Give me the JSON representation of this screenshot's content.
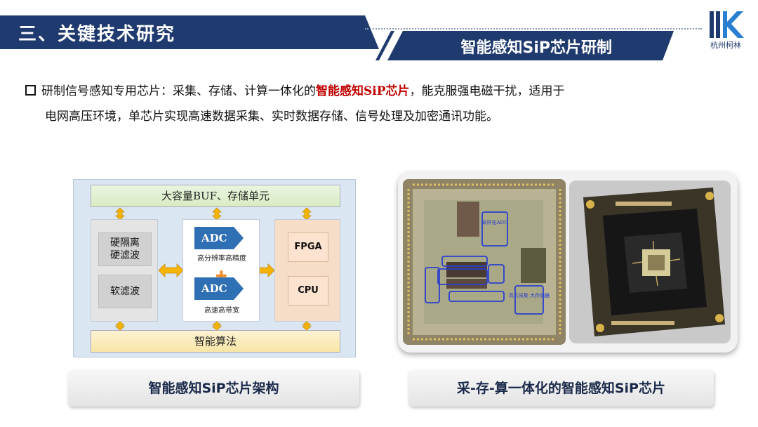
{
  "header": {
    "section_title": "三、关键技术研究",
    "subtitle": "智能感知SiP芯片研制",
    "logo_text": "杭州柯林"
  },
  "bullet": {
    "text_before": "研制信号感知专用芯片：采集、存储、计算一体化的",
    "highlight": "智能感知SiP芯片",
    "text_after": "，能克服强电磁干扰，适用于",
    "line2": "电网高压环境，单芯片实现高速数据采集、实时数据存储、信号处理及加密通讯功能。"
  },
  "architecture": {
    "top_bar": "大容量BUF、存储单元",
    "bottom_bar": "智能算法",
    "left_boxes": [
      "硬隔离\n硬滤波",
      "软滤波"
    ],
    "adc1_label": "ADC",
    "adc1_caption": "高分辨率高精度",
    "adc2_label": "ADC",
    "adc2_caption": "高速高带宽",
    "right_boxes": [
      "FPGA",
      "CPU"
    ]
  },
  "die_labels": [
    "采样化ADC",
    "高共采集\n大存储器"
  ],
  "captions": {
    "left": "智能感知SiP芯片架构",
    "right": "采-存-算一体化的智能感知SiP芯片"
  },
  "colors": {
    "brand_navy": "#1f3a6e",
    "highlight_red": "#c00000",
    "adc_blue": "#2f6fb3",
    "arrow_orange": "#f5b400"
  }
}
